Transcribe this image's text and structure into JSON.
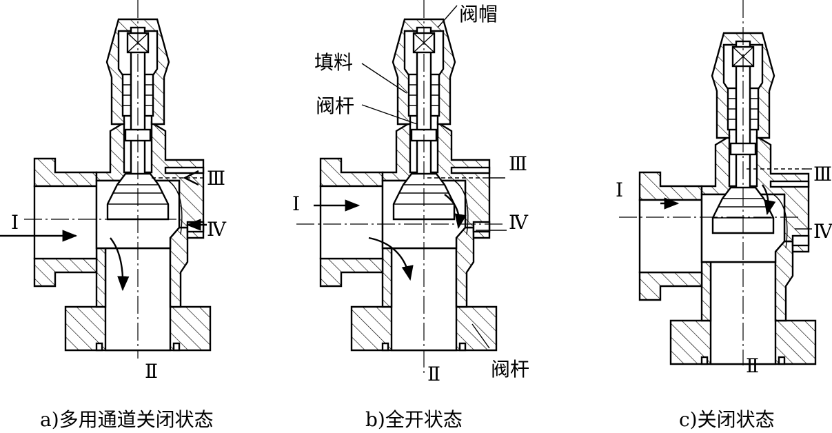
{
  "flow_marks": {
    "inlet": "Ⅰ",
    "outlet": "Ⅱ",
    "port_upper": "Ⅲ",
    "port_lower": "Ⅳ"
  },
  "parts": {
    "cap": "阀帽",
    "packing": "填料",
    "stem": "阀杆",
    "stem_lower": "阀杆"
  },
  "captions": {
    "a": "a)多用通道关闭状态",
    "b": "b)全开状态",
    "c": "c)关闭状态"
  }
}
